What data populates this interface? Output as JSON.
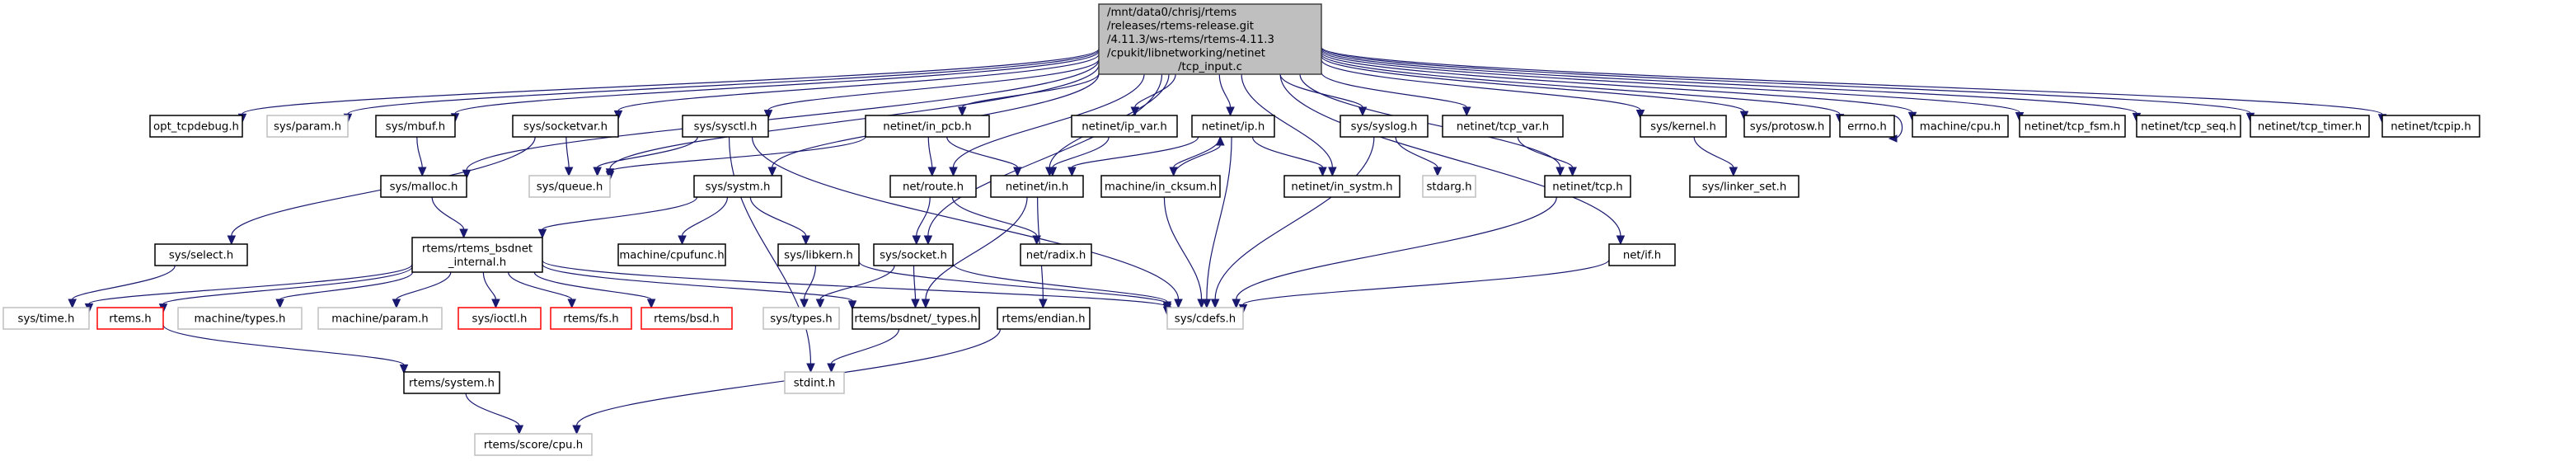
{
  "diagram": {
    "type": "include-dependency-graph",
    "root": "root",
    "colors": {
      "edge": "#191970",
      "root_fill": "#bfbfbf",
      "documented_border": "#000000",
      "undocumented_border": "#bfbfbf",
      "truncated_border": "#ff0000"
    },
    "nodes": [
      {
        "id": "root",
        "label": [
          "/mnt/data0/chrisj/rtems",
          "/releases/rtems-release.git",
          "/4.11.3/ws-rtems/rtems-4.11.3",
          "/cpukit/libnetworking/netinet",
          "/tcp_input.c"
        ],
        "style": "root"
      },
      {
        "id": "opt_tcpdebug",
        "label": [
          "opt_tcpdebug.h"
        ],
        "style": "documented"
      },
      {
        "id": "sys_param",
        "label": [
          "sys/param.h"
        ],
        "style": "undocumented"
      },
      {
        "id": "sys_mbuf",
        "label": [
          "sys/mbuf.h"
        ],
        "style": "documented"
      },
      {
        "id": "sys_socketvar",
        "label": [
          "sys/socketvar.h"
        ],
        "style": "documented"
      },
      {
        "id": "sys_sysctl",
        "label": [
          "sys/sysctl.h"
        ],
        "style": "documented"
      },
      {
        "id": "netinet_in_pcb",
        "label": [
          "netinet/in_pcb.h"
        ],
        "style": "documented"
      },
      {
        "id": "netinet_ip_var",
        "label": [
          "netinet/ip_var.h"
        ],
        "style": "documented"
      },
      {
        "id": "netinet_ip",
        "label": [
          "netinet/ip.h"
        ],
        "style": "documented"
      },
      {
        "id": "sys_syslog",
        "label": [
          "sys/syslog.h"
        ],
        "style": "documented"
      },
      {
        "id": "netinet_tcp_var",
        "label": [
          "netinet/tcp_var.h"
        ],
        "style": "documented"
      },
      {
        "id": "sys_kernel",
        "label": [
          "sys/kernel.h"
        ],
        "style": "documented"
      },
      {
        "id": "sys_protosw",
        "label": [
          "sys/protosw.h"
        ],
        "style": "documented"
      },
      {
        "id": "errno",
        "label": [
          "errno.h"
        ],
        "style": "documented"
      },
      {
        "id": "machine_cpu",
        "label": [
          "machine/cpu.h"
        ],
        "style": "documented"
      },
      {
        "id": "netinet_tcp_fsm",
        "label": [
          "netinet/tcp_fsm.h"
        ],
        "style": "documented"
      },
      {
        "id": "netinet_tcp_seq",
        "label": [
          "netinet/tcp_seq.h"
        ],
        "style": "documented"
      },
      {
        "id": "netinet_tcp_timer",
        "label": [
          "netinet/tcp_timer.h"
        ],
        "style": "documented"
      },
      {
        "id": "netinet_tcpip",
        "label": [
          "netinet/tcpip.h"
        ],
        "style": "documented"
      },
      {
        "id": "sys_malloc",
        "label": [
          "sys/malloc.h"
        ],
        "style": "documented"
      },
      {
        "id": "sys_queue",
        "label": [
          "sys/queue.h"
        ],
        "style": "undocumented"
      },
      {
        "id": "sys_systm",
        "label": [
          "sys/systm.h"
        ],
        "style": "documented"
      },
      {
        "id": "net_route",
        "label": [
          "net/route.h"
        ],
        "style": "documented"
      },
      {
        "id": "netinet_in",
        "label": [
          "netinet/in.h"
        ],
        "style": "documented"
      },
      {
        "id": "machine_in_cksum",
        "label": [
          "machine/in_cksum.h"
        ],
        "style": "documented"
      },
      {
        "id": "netinet_in_systm",
        "label": [
          "netinet/in_systm.h"
        ],
        "style": "documented"
      },
      {
        "id": "stdarg",
        "label": [
          "stdarg.h"
        ],
        "style": "undocumented"
      },
      {
        "id": "netinet_tcp",
        "label": [
          "netinet/tcp.h"
        ],
        "style": "documented"
      },
      {
        "id": "sys_linker_set",
        "label": [
          "sys/linker_set.h"
        ],
        "style": "documented"
      },
      {
        "id": "sys_select",
        "label": [
          "sys/select.h"
        ],
        "style": "documented"
      },
      {
        "id": "rtems_bsdnet_internal",
        "label": [
          "rtems/rtems_bsdnet",
          "_internal.h"
        ],
        "style": "documented"
      },
      {
        "id": "machine_cpufunc",
        "label": [
          "machine/cpufunc.h"
        ],
        "style": "documented"
      },
      {
        "id": "sys_libkern",
        "label": [
          "sys/libkern.h"
        ],
        "style": "documented"
      },
      {
        "id": "sys_socket",
        "label": [
          "sys/socket.h"
        ],
        "style": "documented"
      },
      {
        "id": "net_radix",
        "label": [
          "net/radix.h"
        ],
        "style": "documented"
      },
      {
        "id": "net_if",
        "label": [
          "net/if.h"
        ],
        "style": "documented"
      },
      {
        "id": "sys_time",
        "label": [
          "sys/time.h"
        ],
        "style": "undocumented"
      },
      {
        "id": "rtems_h",
        "label": [
          "rtems.h"
        ],
        "style": "truncated"
      },
      {
        "id": "machine_types",
        "label": [
          "machine/types.h"
        ],
        "style": "undocumented"
      },
      {
        "id": "machine_param",
        "label": [
          "machine/param.h"
        ],
        "style": "undocumented"
      },
      {
        "id": "sys_ioctl",
        "label": [
          "sys/ioctl.h"
        ],
        "style": "truncated"
      },
      {
        "id": "rtems_fs",
        "label": [
          "rtems/fs.h"
        ],
        "style": "truncated"
      },
      {
        "id": "rtems_bsd",
        "label": [
          "rtems/bsd.h"
        ],
        "style": "truncated"
      },
      {
        "id": "sys_types",
        "label": [
          "sys/types.h"
        ],
        "style": "undocumented"
      },
      {
        "id": "rtems_bsdnet_types",
        "label": [
          "rtems/bsdnet/_types.h"
        ],
        "style": "documented"
      },
      {
        "id": "rtems_endian",
        "label": [
          "rtems/endian.h"
        ],
        "style": "documented"
      },
      {
        "id": "sys_cdefs",
        "label": [
          "sys/cdefs.h"
        ],
        "style": "undocumented"
      },
      {
        "id": "stdint",
        "label": [
          "stdint.h"
        ],
        "style": "undocumented"
      },
      {
        "id": "rtems_system",
        "label": [
          "rtems/system.h"
        ],
        "style": "documented"
      },
      {
        "id": "rtems_score_cpu",
        "label": [
          "rtems/score/cpu.h"
        ],
        "style": "undocumented"
      }
    ],
    "edges": [
      [
        "root",
        "opt_tcpdebug"
      ],
      [
        "root",
        "sys_param"
      ],
      [
        "root",
        "sys_mbuf"
      ],
      [
        "root",
        "sys_malloc"
      ],
      [
        "root",
        "sys_socketvar"
      ],
      [
        "root",
        "sys_queue"
      ],
      [
        "root",
        "sys_sysctl"
      ],
      [
        "root",
        "sys_systm"
      ],
      [
        "root",
        "netinet_in_pcb"
      ],
      [
        "root",
        "sys_socket"
      ],
      [
        "root",
        "net_route"
      ],
      [
        "root",
        "netinet_ip_var"
      ],
      [
        "root",
        "netinet_in"
      ],
      [
        "root",
        "netinet_ip"
      ],
      [
        "root",
        "netinet_in_systm"
      ],
      [
        "root",
        "sys_syslog"
      ],
      [
        "root",
        "netinet_tcp_var"
      ],
      [
        "root",
        "netinet_tcp"
      ],
      [
        "root",
        "net_if"
      ],
      [
        "root",
        "sys_kernel"
      ],
      [
        "root",
        "sys_protosw"
      ],
      [
        "root",
        "errno"
      ],
      [
        "root",
        "machine_cpu"
      ],
      [
        "root",
        "netinet_tcp_fsm"
      ],
      [
        "root",
        "netinet_tcp_seq"
      ],
      [
        "root",
        "netinet_tcp_timer"
      ],
      [
        "root",
        "netinet_tcpip"
      ],
      [
        "sys_mbuf",
        "sys_malloc"
      ],
      [
        "sys_malloc",
        "rtems_bsdnet_internal"
      ],
      [
        "sys_socketvar",
        "sys_queue"
      ],
      [
        "sys_socketvar",
        "sys_select"
      ],
      [
        "sys_sysctl",
        "sys_queue"
      ],
      [
        "sys_sysctl",
        "stdint"
      ],
      [
        "sys_sysctl",
        "sys_cdefs"
      ],
      [
        "netinet_in_pcb",
        "sys_queue"
      ],
      [
        "netinet_in_pcb",
        "net_route"
      ],
      [
        "netinet_in_pcb",
        "netinet_in"
      ],
      [
        "netinet_ip_var",
        "netinet_in"
      ],
      [
        "netinet_ip",
        "netinet_in"
      ],
      [
        "netinet_ip",
        "machine_in_cksum"
      ],
      [
        "netinet_ip",
        "netinet_in_systm"
      ],
      [
        "netinet_ip",
        "sys_cdefs"
      ],
      [
        "machine_in_cksum",
        "netinet_ip"
      ],
      [
        "machine_in_cksum",
        "sys_cdefs"
      ],
      [
        "netinet_in",
        "rtems_bsdnet_types"
      ],
      [
        "netinet_in",
        "rtems_endian"
      ],
      [
        "sys_syslog",
        "stdarg"
      ],
      [
        "sys_syslog",
        "sys_cdefs"
      ],
      [
        "netinet_tcp_var",
        "netinet_tcp"
      ],
      [
        "netinet_tcp",
        "sys_cdefs"
      ],
      [
        "sys_kernel",
        "sys_linker_set"
      ],
      [
        "errno",
        "errno"
      ],
      [
        "sys_systm",
        "rtems_bsdnet_internal"
      ],
      [
        "sys_systm",
        "machine_cpufunc"
      ],
      [
        "sys_systm",
        "sys_libkern"
      ],
      [
        "net_route",
        "net_radix"
      ],
      [
        "net_route",
        "sys_socket"
      ],
      [
        "sys_select",
        "sys_time"
      ],
      [
        "rtems_bsdnet_internal",
        "sys_time"
      ],
      [
        "rtems_bsdnet_internal",
        "rtems_h"
      ],
      [
        "rtems_bsdnet_internal",
        "machine_types"
      ],
      [
        "rtems_bsdnet_internal",
        "machine_param"
      ],
      [
        "rtems_bsdnet_internal",
        "sys_ioctl"
      ],
      [
        "rtems_bsdnet_internal",
        "rtems_fs"
      ],
      [
        "rtems_bsdnet_internal",
        "rtems_bsd"
      ],
      [
        "rtems_bsdnet_internal",
        "sys_cdefs"
      ],
      [
        "rtems_bsdnet_internal",
        "rtems_bsdnet_types"
      ],
      [
        "sys_libkern",
        "sys_types"
      ],
      [
        "sys_libkern",
        "sys_cdefs"
      ],
      [
        "sys_socket",
        "sys_types"
      ],
      [
        "sys_socket",
        "rtems_bsdnet_types"
      ],
      [
        "sys_socket",
        "sys_cdefs"
      ],
      [
        "net_if",
        "sys_cdefs"
      ],
      [
        "rtems_h",
        "rtems_system"
      ],
      [
        "rtems_system",
        "rtems_score_cpu"
      ],
      [
        "rtems_bsdnet_types",
        "stdint"
      ],
      [
        "rtems_endian",
        "rtems_score_cpu"
      ]
    ]
  }
}
